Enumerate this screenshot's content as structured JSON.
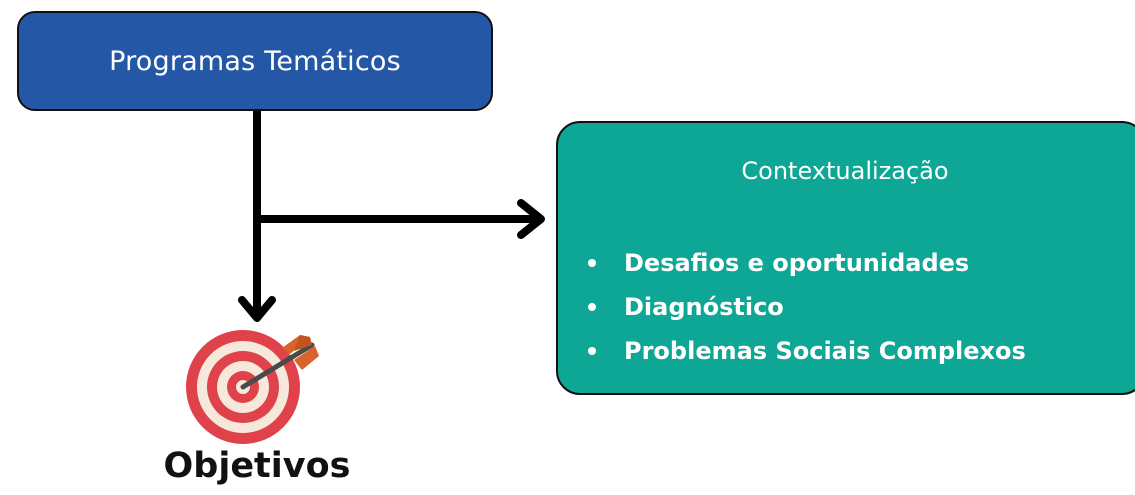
{
  "top_box": {
    "label": "Programas Temáticos",
    "color": "#2458a6"
  },
  "context_box": {
    "title": "Contextualização",
    "color": "#0ea694",
    "items": [
      "Desafios e oportunidades",
      "Diagnóstico",
      "Problemas Sociais Complexos"
    ]
  },
  "goal": {
    "label": "Objetivos",
    "icon": "target-with-arrow-icon"
  }
}
